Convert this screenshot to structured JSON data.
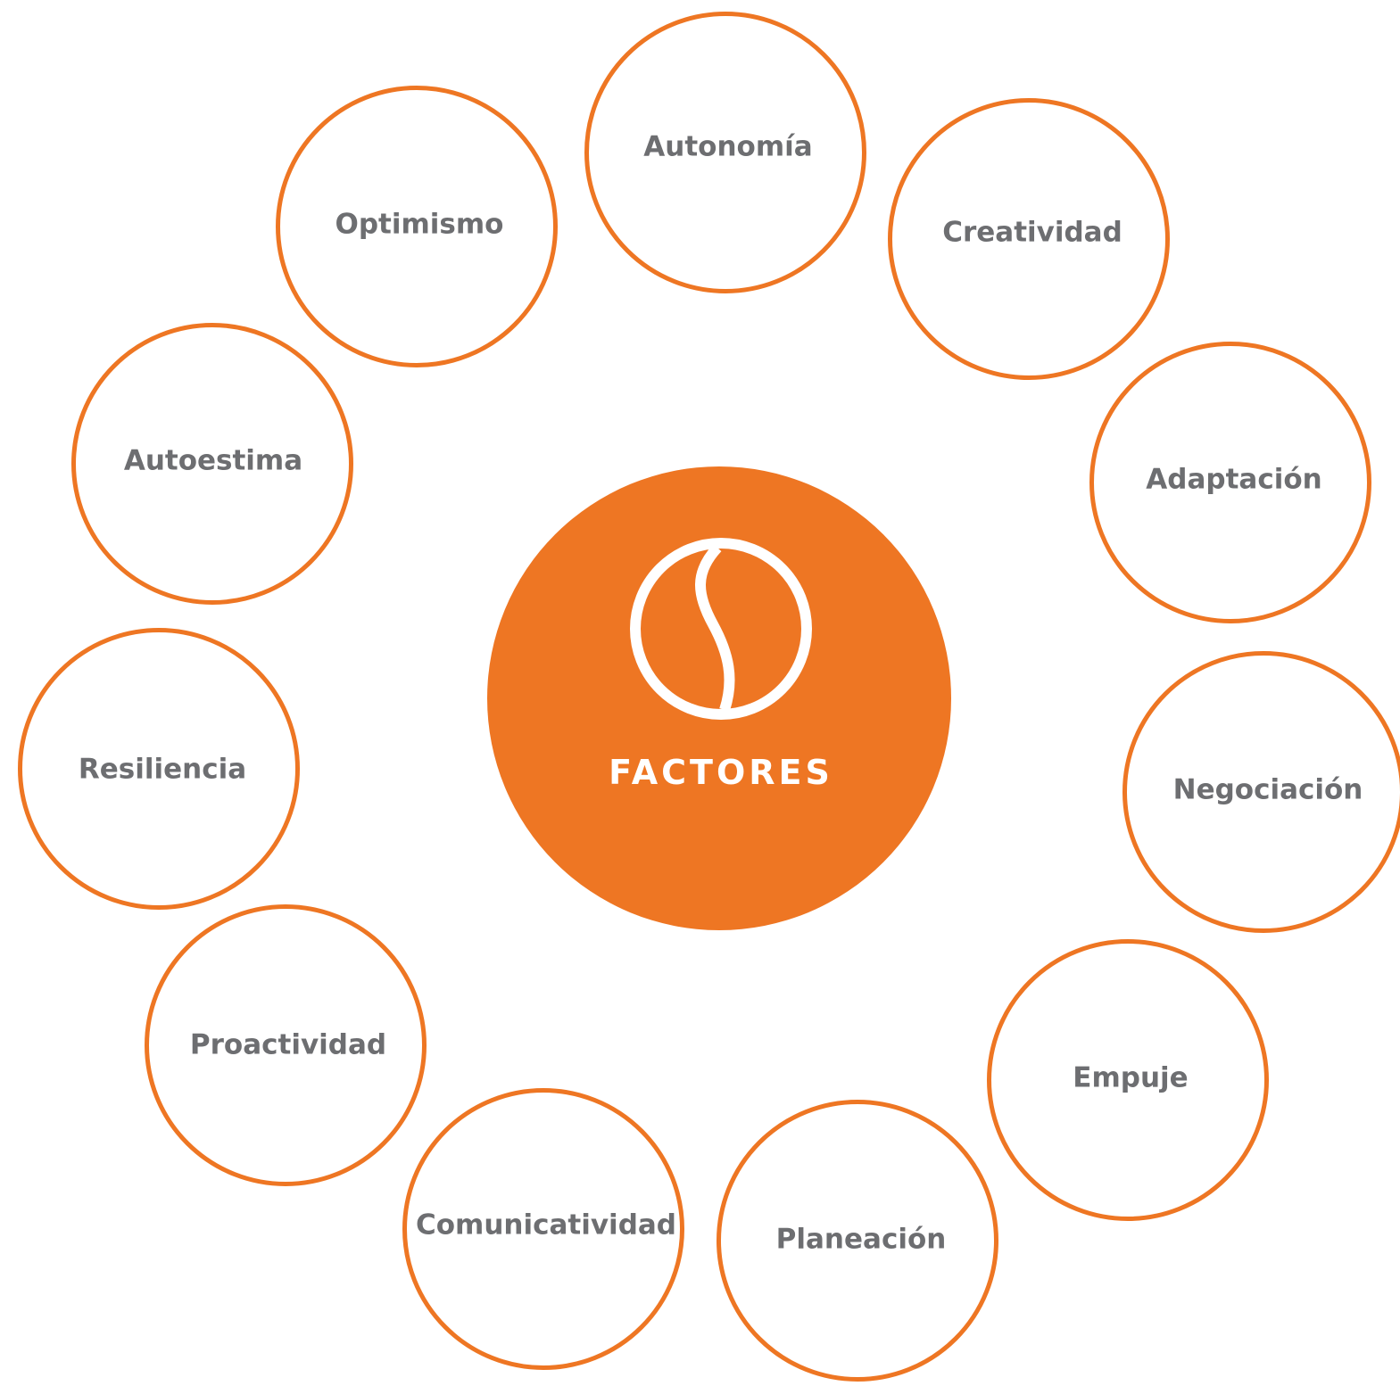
{
  "center": {
    "title": "FACTORES",
    "logo_icon": "s-curve-circle-icon",
    "fill_color": "#ee7623"
  },
  "factors": [
    {
      "label": "Autonomía"
    },
    {
      "label": "Creatividad"
    },
    {
      "label": "Adaptación"
    },
    {
      "label": "Negociación"
    },
    {
      "label": "Empuje"
    },
    {
      "label": "Planeación"
    },
    {
      "label": "Comunicatividad"
    },
    {
      "label": "Proactividad"
    },
    {
      "label": "Resiliencia"
    },
    {
      "label": "Autoestima"
    },
    {
      "label": "Optimismo"
    }
  ],
  "colors": {
    "accent": "#ee7623",
    "label_text": "#6d6e71",
    "background": "#ffffff"
  }
}
